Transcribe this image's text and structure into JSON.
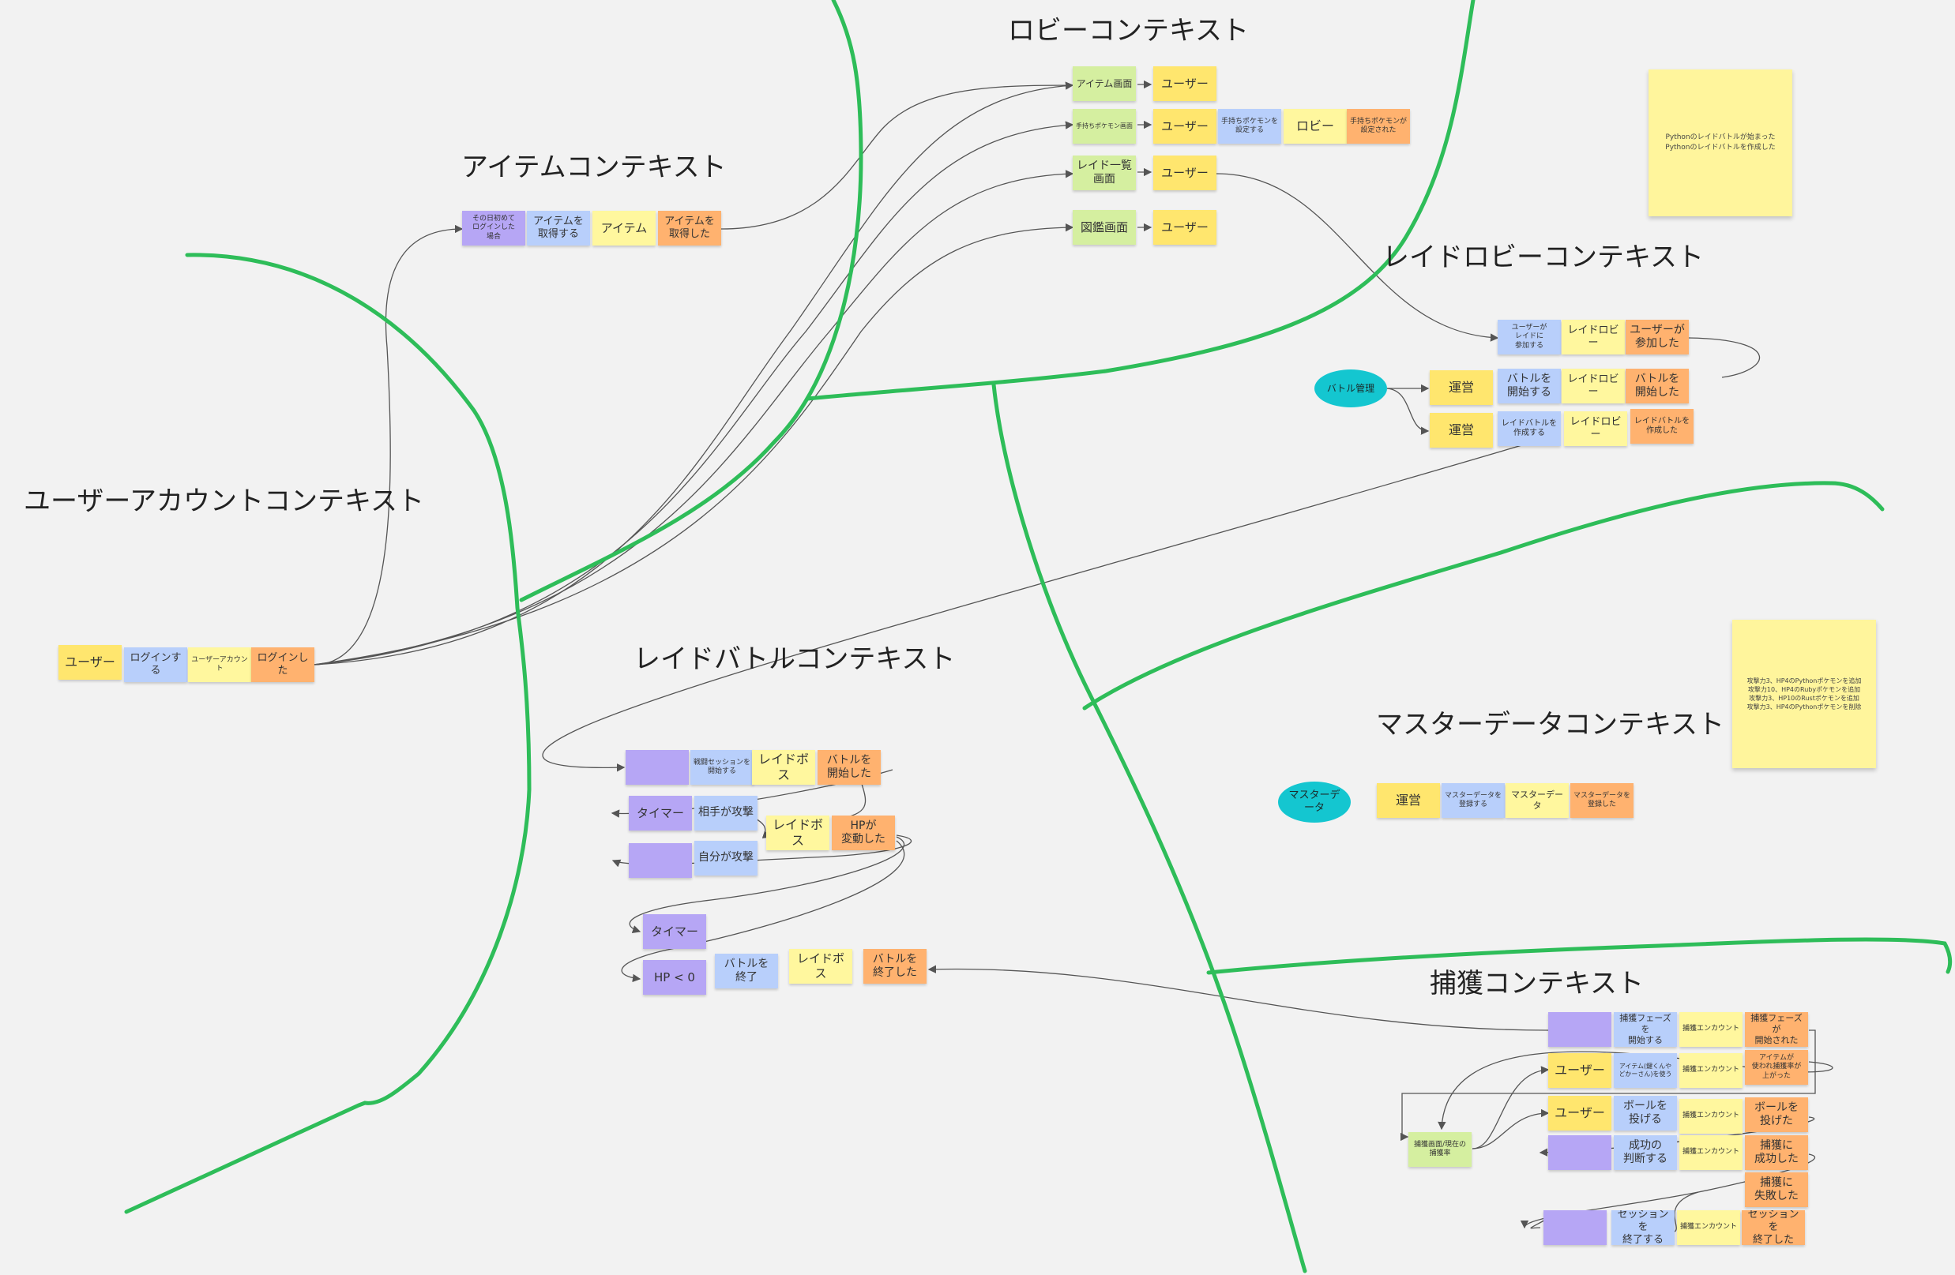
{
  "contexts": {
    "lobby": "ロビーコンテキスト",
    "item": "アイテムコンテキスト",
    "user_account": "ユーザーアカウントコンテキスト",
    "raid_lobby": "レイドロビーコンテキスト",
    "raid_battle": "レイドバトルコンテキスト",
    "master_data": "マスターデータコンテキスト",
    "capture": "捕獲コンテキスト"
  },
  "user_account": {
    "user": "ユーザー",
    "login": "ログインする",
    "account": "ユーザーアカウント",
    "logged_in": "ログインした"
  },
  "item": {
    "condition": "その日初めて\nログインした\n場合",
    "get": "アイテムを\n取得する",
    "item": "アイテム",
    "got": "アイテムを\n取得した"
  },
  "lobby": {
    "row1": {
      "screen": "アイテム画面",
      "actor": "ユーザー"
    },
    "row2": {
      "screen": "手持ちポケモン画面",
      "actor": "ユーザー",
      "command": "手持ちポケモンを\n設定する",
      "aggregate": "ロビー",
      "event": "手持ちポケモンが\n設定された"
    },
    "row3": {
      "screen": "レイド一覧\n画面",
      "actor": "ユーザー"
    },
    "row4": {
      "screen": "図鑑画面",
      "actor": "ユーザー"
    }
  },
  "raid_lobby": {
    "join_command": "ユーザーが\nレイドに\n参加する",
    "aggregate": "レイドロビー",
    "joined": "ユーザーが\n参加した",
    "policy": "バトル管理",
    "operator": "運営",
    "start": "バトルを\n開始する",
    "started": "バトルを\n開始した",
    "create": "レイドバトルを\n作成する",
    "created": "レイドバトルを\n作成した"
  },
  "raid_battle": {
    "start_session": "戦闘セッションを\n開始する",
    "boss": "レイドボス",
    "started": "バトルを\n開始した",
    "timer": "タイマー",
    "enemy_attack": "相手が攻撃",
    "self_attack": "自分が攻撃",
    "hp_changed": "HPが\n変動した",
    "hp_zero": "HP < 0",
    "end": "バトルを\n終了",
    "ended": "バトルを\n終了した"
  },
  "master_data": {
    "policy": "マスターデ\nータ",
    "operator": "運営",
    "register": "マスターデータを\n登録する",
    "aggregate": "マスターデータ",
    "registered": "マスターデータを\n登録した"
  },
  "capture": {
    "start_phase": "捕獲フェーズを\n開始する",
    "encounter": "捕獲エンカウント",
    "phase_started": "捕獲フェーズが\n開始された",
    "user": "ユーザー",
    "use_item": "アイテム(鍵くんや\nどかーさん)を使う",
    "rate_up": "アイテムが\n使われ捕獲率が\n上がった",
    "throw": "ボールを\n投げる",
    "thrown": "ボールを\n投げた",
    "judge": "成功の\n判断する",
    "success": "捕獲に\n成功した",
    "fail": "捕獲に\n失敗した",
    "end_session": "セッションを\n終了する",
    "session_ended": "セッションを\n終了した",
    "screen": "捕獲画面/現在の\n捕獲率"
  },
  "stickies": {
    "python_note": "Pythonのレイドバトルが始まった\nPythonのレイドバトルを作成した",
    "master_note": "攻撃力3、HP4のPythonポケモンを追加\n攻撃力10、HP4のRubyポケモンを追加\n攻撃力3、HP10のRustポケモンを追加\n攻撃力3、HP4のPythonポケモンを削除"
  },
  "colors": {
    "boundary": "#2ebd59",
    "connector": "#555555",
    "event": "#ffb26f",
    "actor": "#ffe66e",
    "aggregate": "#fff79e",
    "command": "#b8cffb",
    "system": "#b6a6f5",
    "read_model": "#d5efa0",
    "policy": "#14c6d0"
  }
}
